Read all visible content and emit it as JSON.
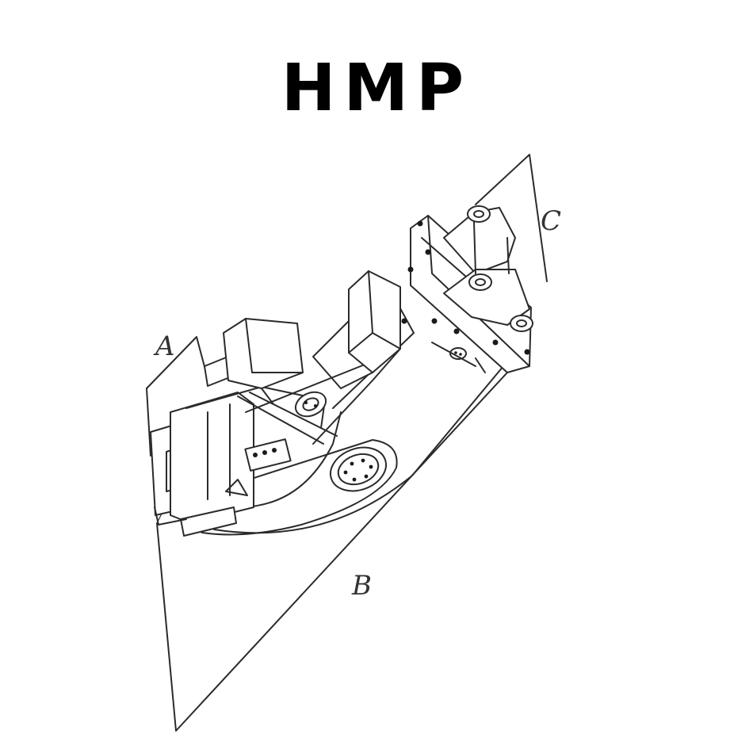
{
  "header": {
    "brand": "HMP"
  },
  "drawing": {
    "callouts": {
      "a": "A",
      "b": "B",
      "c": "C"
    }
  }
}
